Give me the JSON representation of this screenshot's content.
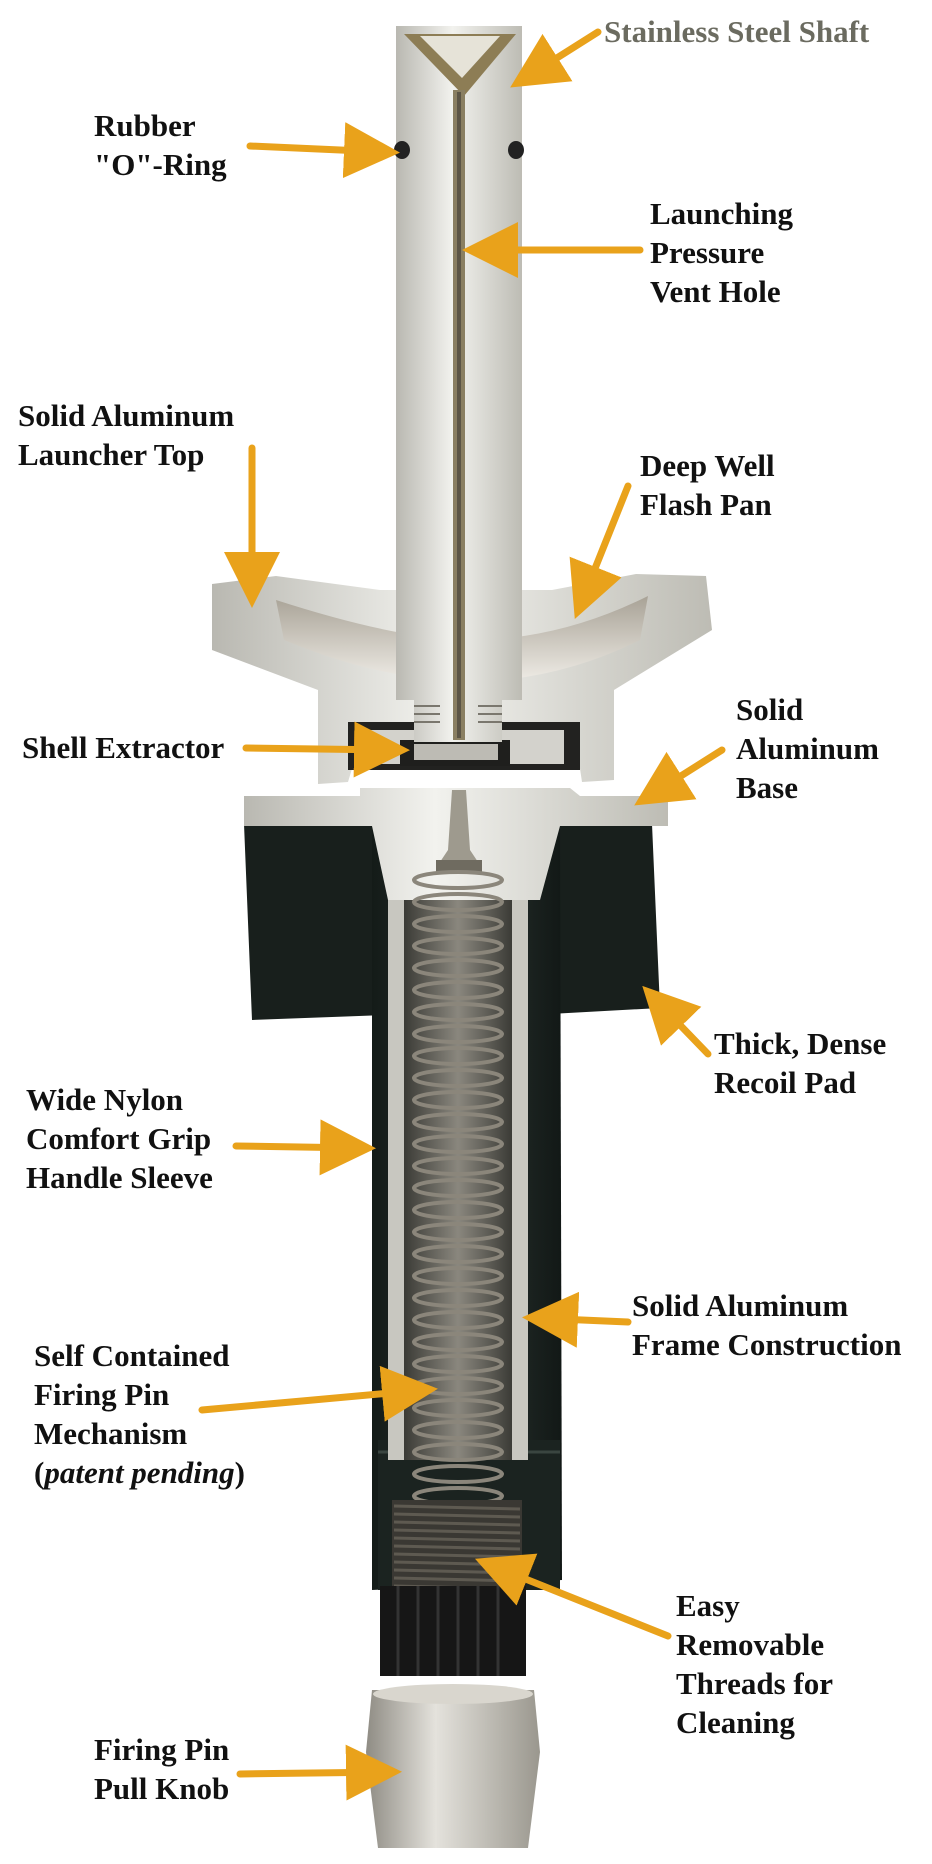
{
  "labels": {
    "shaft": "Stainless Steel Shaft",
    "oring": [
      "Rubber",
      "\"O\"-Ring"
    ],
    "vent": [
      "Launching",
      "Pressure",
      "Vent Hole"
    ],
    "launcher_top": [
      "Solid Aluminum",
      "Launcher Top"
    ],
    "flash_pan": [
      "Deep Well",
      "Flash Pan"
    ],
    "shell_extractor": "Shell Extractor",
    "base": [
      "Solid",
      "Aluminum",
      "Base"
    ],
    "recoil_pad": [
      "Thick, Dense",
      "Recoil Pad"
    ],
    "grip": [
      "Wide Nylon",
      "Comfort Grip",
      "Handle Sleeve"
    ],
    "frame": [
      "Solid Aluminum",
      "Frame Construction"
    ],
    "firing_pin": {
      "lines": [
        "Self Contained",
        "Firing Pin",
        "Mechanism"
      ],
      "paren_open": "(",
      "italic": "patent pending",
      "paren_close": ")"
    },
    "threads": [
      "Easy",
      "Removable",
      "Threads for",
      "Cleaning"
    ],
    "pull_knob": [
      "Firing Pin",
      "Pull Knob"
    ]
  },
  "colors": {
    "arrow": "#e9a21b",
    "aluminum": "#dcdcd6",
    "grip": "#1d2622",
    "spring": "#7a756c",
    "knob": "#c9c6bd",
    "label_text": "#111111",
    "shaft_label_text": "#6b6b60"
  }
}
